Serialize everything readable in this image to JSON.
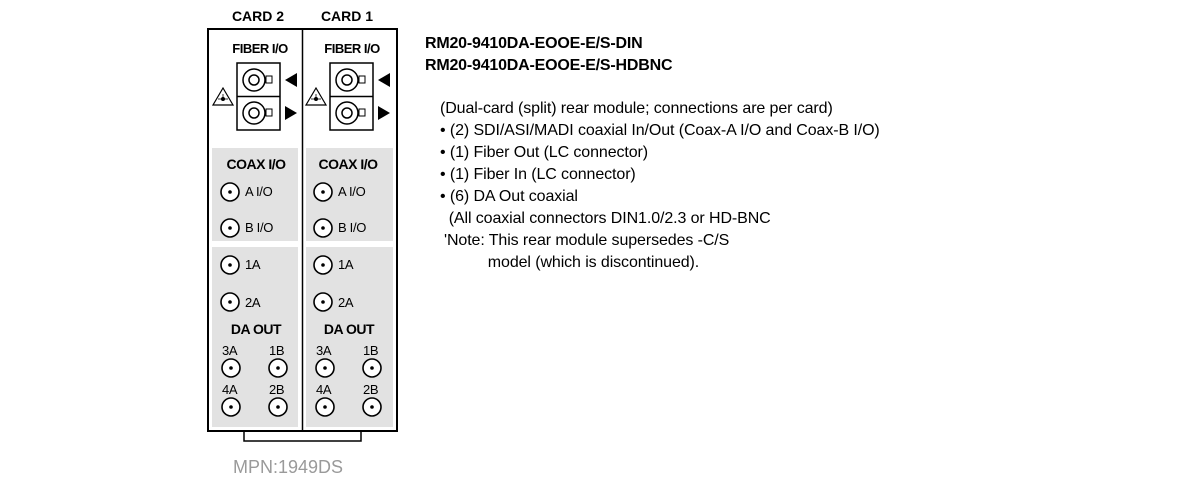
{
  "diagram": {
    "cards": [
      {
        "header": "CARD 2",
        "fiber_label": "FIBER I/O",
        "coax_label": "COAX I/O",
        "coax_ports": [
          "A I/O",
          "B I/O"
        ],
        "da_ports_left": [
          "1A",
          "2A"
        ],
        "da_label": "DA OUT",
        "da_grid": [
          "3A",
          "1B",
          "4A",
          "2B"
        ]
      },
      {
        "header": "CARD 1",
        "fiber_label": "FIBER I/O",
        "coax_label": "COAX I/O",
        "coax_ports": [
          "A I/O",
          "B I/O"
        ],
        "da_ports_left": [
          "1A",
          "2A"
        ],
        "da_label": "DA OUT",
        "da_grid": [
          "3A",
          "1B",
          "4A",
          "2B"
        ]
      }
    ],
    "mpn": "MPN:1949DS"
  },
  "spec": {
    "models": [
      "RM20-9410DA-EOOE-E/S-DIN",
      "RM20-9410DA-EOOE-E/S-HDBNC"
    ],
    "lines": [
      "(Dual-card (split) rear module; connections are per card)",
      "• (2) SDI/ASI/MADI coaxial In/Out (Coax-A I/O and Coax-B I/O)",
      "• (1) Fiber Out (LC connector)",
      "• (1) Fiber In (LC connector)",
      "• (6) DA Out coaxial",
      "  (All coaxial connectors DIN1.0/2.3 or HD-BNC",
      "'Note: This rear module supersedes -C/S",
      "           model (which is discontinued)."
    ]
  },
  "colors": {
    "panel_shade": "#e2e2e2",
    "stroke": "#000000",
    "mpn_text": "#9a9a9a"
  }
}
